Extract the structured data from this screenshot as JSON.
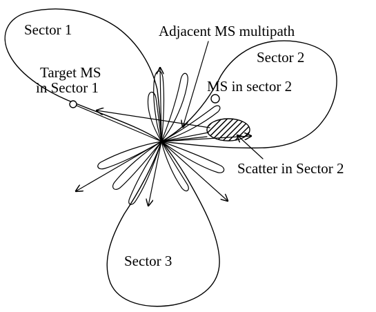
{
  "labels": {
    "sector1": "Sector 1",
    "sector2": "Sector 2",
    "sector3": "Sector 3",
    "target_ms_line1": "Target MS",
    "target_ms_line2": "in Sector 1",
    "ms_sector2": "MS in sector 2",
    "adjacent_multipath": "Adjacent MS multipath",
    "scatter_sector2": "Scatter in Sector 2"
  },
  "colors": {
    "stroke": "#000000",
    "background": "#ffffff"
  }
}
